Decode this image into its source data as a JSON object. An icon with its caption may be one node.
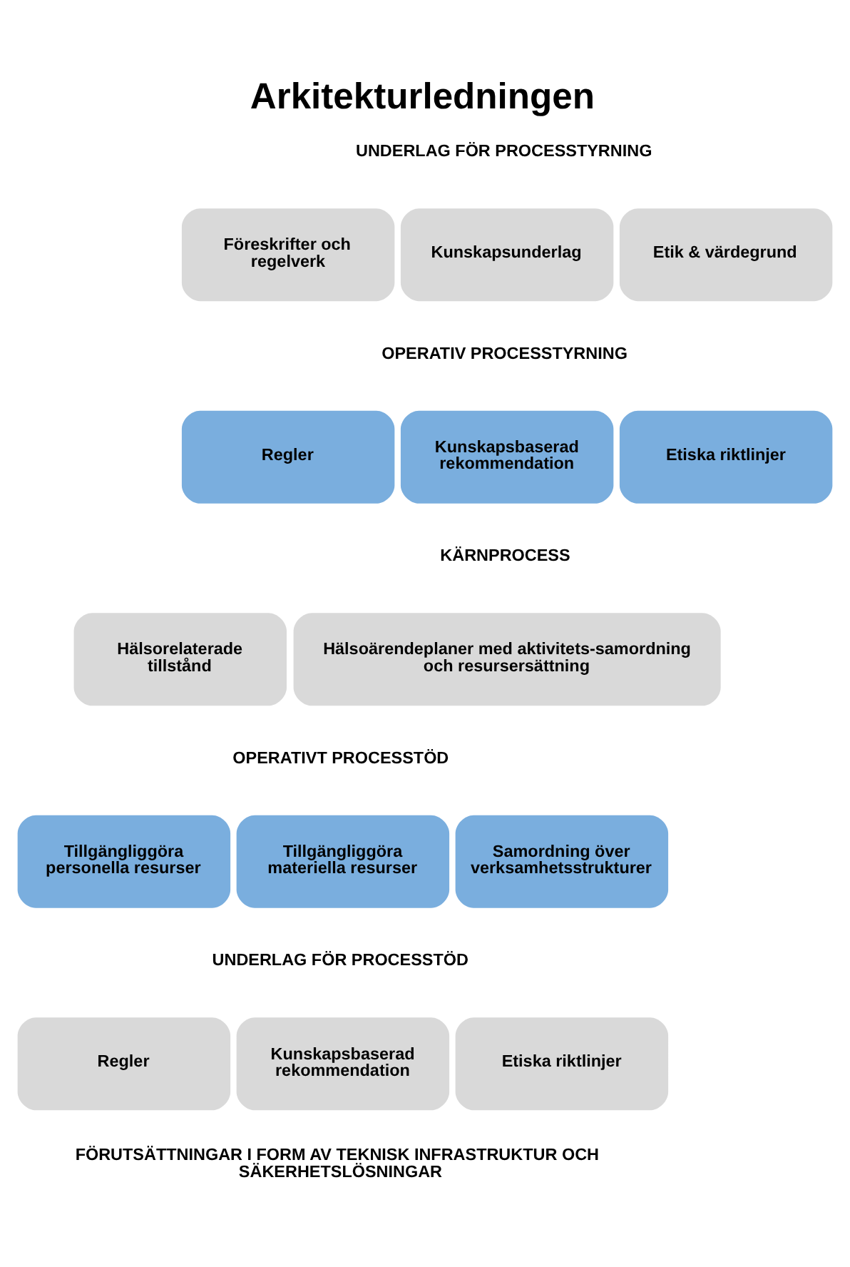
{
  "diagram": {
    "title": "Arkitekturledningen",
    "nodes": [
      {
        "text": [
          "Föreskrifter och regelverk"
        ]
      },
      {
        "text": [
          "Kunskapsunderlag"
        ]
      },
      {
        "text": [
          "Etik & värdegrund"
        ]
      },
      {
        "text": [
          "Regler"
        ]
      },
      {
        "text": [
          "Kunskapsbaserad rekommendation"
        ]
      },
      {
        "text": [
          "Etiska riktlinjer"
        ]
      },
      {
        "text": [
          "Hälsorelaterade tillstånd"
        ]
      },
      {
        "text": [
          "Hälsoärendeplaner med aktivitets-samordning och resursersättning"
        ]
      },
      {
        "text": [
          "Tillgängliggöra personella resurser"
        ]
      },
      {
        "text": [
          "Tillgängliggöra materiella resurser"
        ]
      },
      {
        "text": [
          "Samordning över verksamhetsstrukturer"
        ]
      },
      {
        "text": [
          "Regler"
        ]
      },
      {
        "text": [
          "Kunskapsbaserad rekommendation"
        ]
      },
      {
        "text": [
          "Etiska riktlinjer"
        ]
      }
    ],
    "edges": [],
    "labels": [
      "UNDERLAG FÖR PROCESSTYRNING",
      "OPERATIV PROCESSTYRNING",
      "KÄRNPROCESS",
      "OPERATIVT PROCESSTÖD",
      "UNDERLAG FÖR PROCESSTÖD",
      "FÖRUTSÄTTNINGAR I FORM AV TEKNISK INFRASTRUKTUR OCH SÄKERHETSLÖSNINGAR"
    ]
  }
}
